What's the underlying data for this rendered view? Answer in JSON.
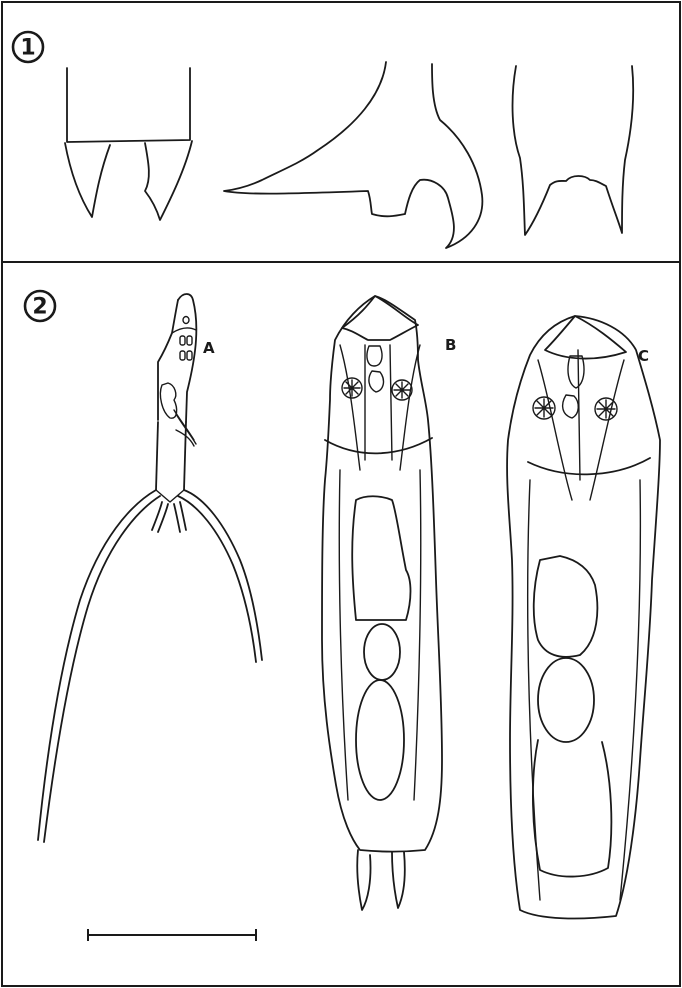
{
  "plate": {
    "panel1": {
      "number": "1"
    },
    "panel2": {
      "number": "2",
      "labels": {
        "a": "A",
        "b": "B",
        "c": "C"
      }
    }
  }
}
